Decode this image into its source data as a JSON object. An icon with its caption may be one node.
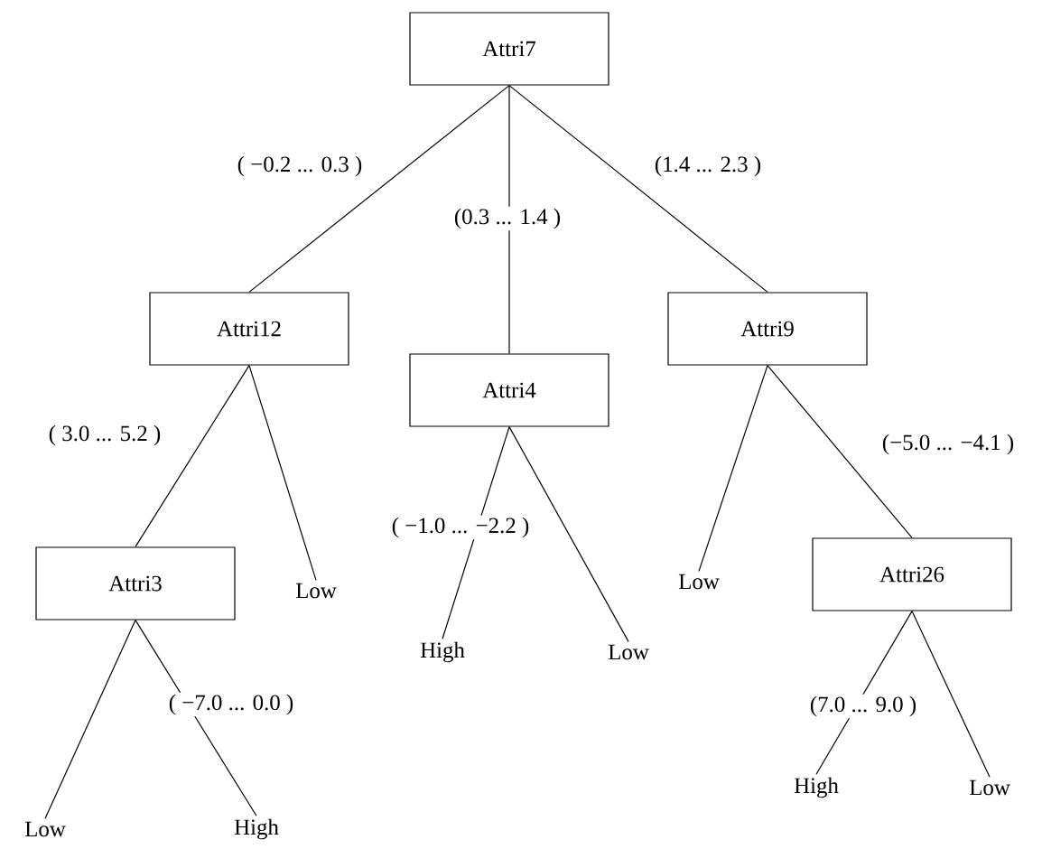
{
  "diagram": {
    "nodes": [
      {
        "text": [
          "Attri7"
        ]
      },
      {
        "text": [
          "Attri12"
        ]
      },
      {
        "text": [
          "Attri4"
        ]
      },
      {
        "text": [
          "Attri9"
        ]
      },
      {
        "text": [
          "Attri3"
        ]
      },
      {
        "text": [
          "Low"
        ]
      },
      {
        "text": [
          "High"
        ]
      },
      {
        "text": [
          "Low"
        ]
      },
      {
        "text": [
          "Low"
        ]
      },
      {
        "text": [
          "Attri26"
        ]
      },
      {
        "text": [
          "Low"
        ]
      },
      {
        "text": [
          "High"
        ]
      },
      {
        "text": [
          "High"
        ]
      },
      {
        "text": [
          "Low"
        ]
      }
    ],
    "edges": [
      {
        "from": 0,
        "to": 1,
        "arrow": "none",
        "label": "( −0.2 ... 0.3 )"
      },
      {
        "from": 0,
        "to": 2,
        "arrow": "none",
        "label": "(0.3 ... 1.4 )"
      },
      {
        "from": 0,
        "to": 3,
        "arrow": "none",
        "label": "(1.4 ... 2.3 )"
      },
      {
        "from": 1,
        "to": 4,
        "arrow": "none",
        "label": "( 3.0 ... 5.2 )"
      },
      {
        "from": 1,
        "to": 5,
        "arrow": "none"
      },
      {
        "from": 2,
        "to": 6,
        "arrow": "none",
        "label": "( −1.0 ... −2.2 )"
      },
      {
        "from": 2,
        "to": 7,
        "arrow": "none"
      },
      {
        "from": 3,
        "to": 8,
        "arrow": "none"
      },
      {
        "from": 3,
        "to": 9,
        "arrow": "none",
        "label": "(−5.0 ... −4.1 )"
      },
      {
        "from": 4,
        "to": 10,
        "arrow": "none"
      },
      {
        "from": 4,
        "to": 11,
        "arrow": "none",
        "label": "( −7.0 ... 0.0 )"
      },
      {
        "from": 9,
        "to": 12,
        "arrow": "none",
        "label": "(7.0 ... 9.0 )"
      },
      {
        "from": 9,
        "to": 13,
        "arrow": "none"
      }
    ]
  }
}
